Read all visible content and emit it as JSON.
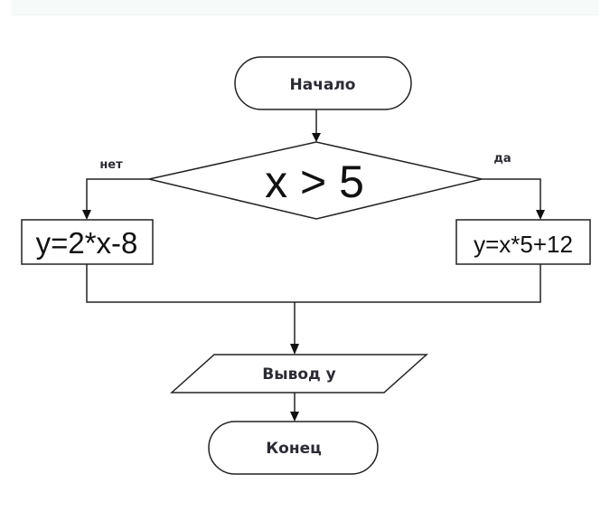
{
  "start": {
    "label": "Начало"
  },
  "decision": {
    "label": "x > 5"
  },
  "branch_no": {
    "label": "нет"
  },
  "branch_yes": {
    "label": "да"
  },
  "process_no": {
    "label": "y=2*x-8"
  },
  "process_yes": {
    "label": "y=x*5+12"
  },
  "output": {
    "label": "Вывод y"
  },
  "end": {
    "label": "Конец"
  }
}
